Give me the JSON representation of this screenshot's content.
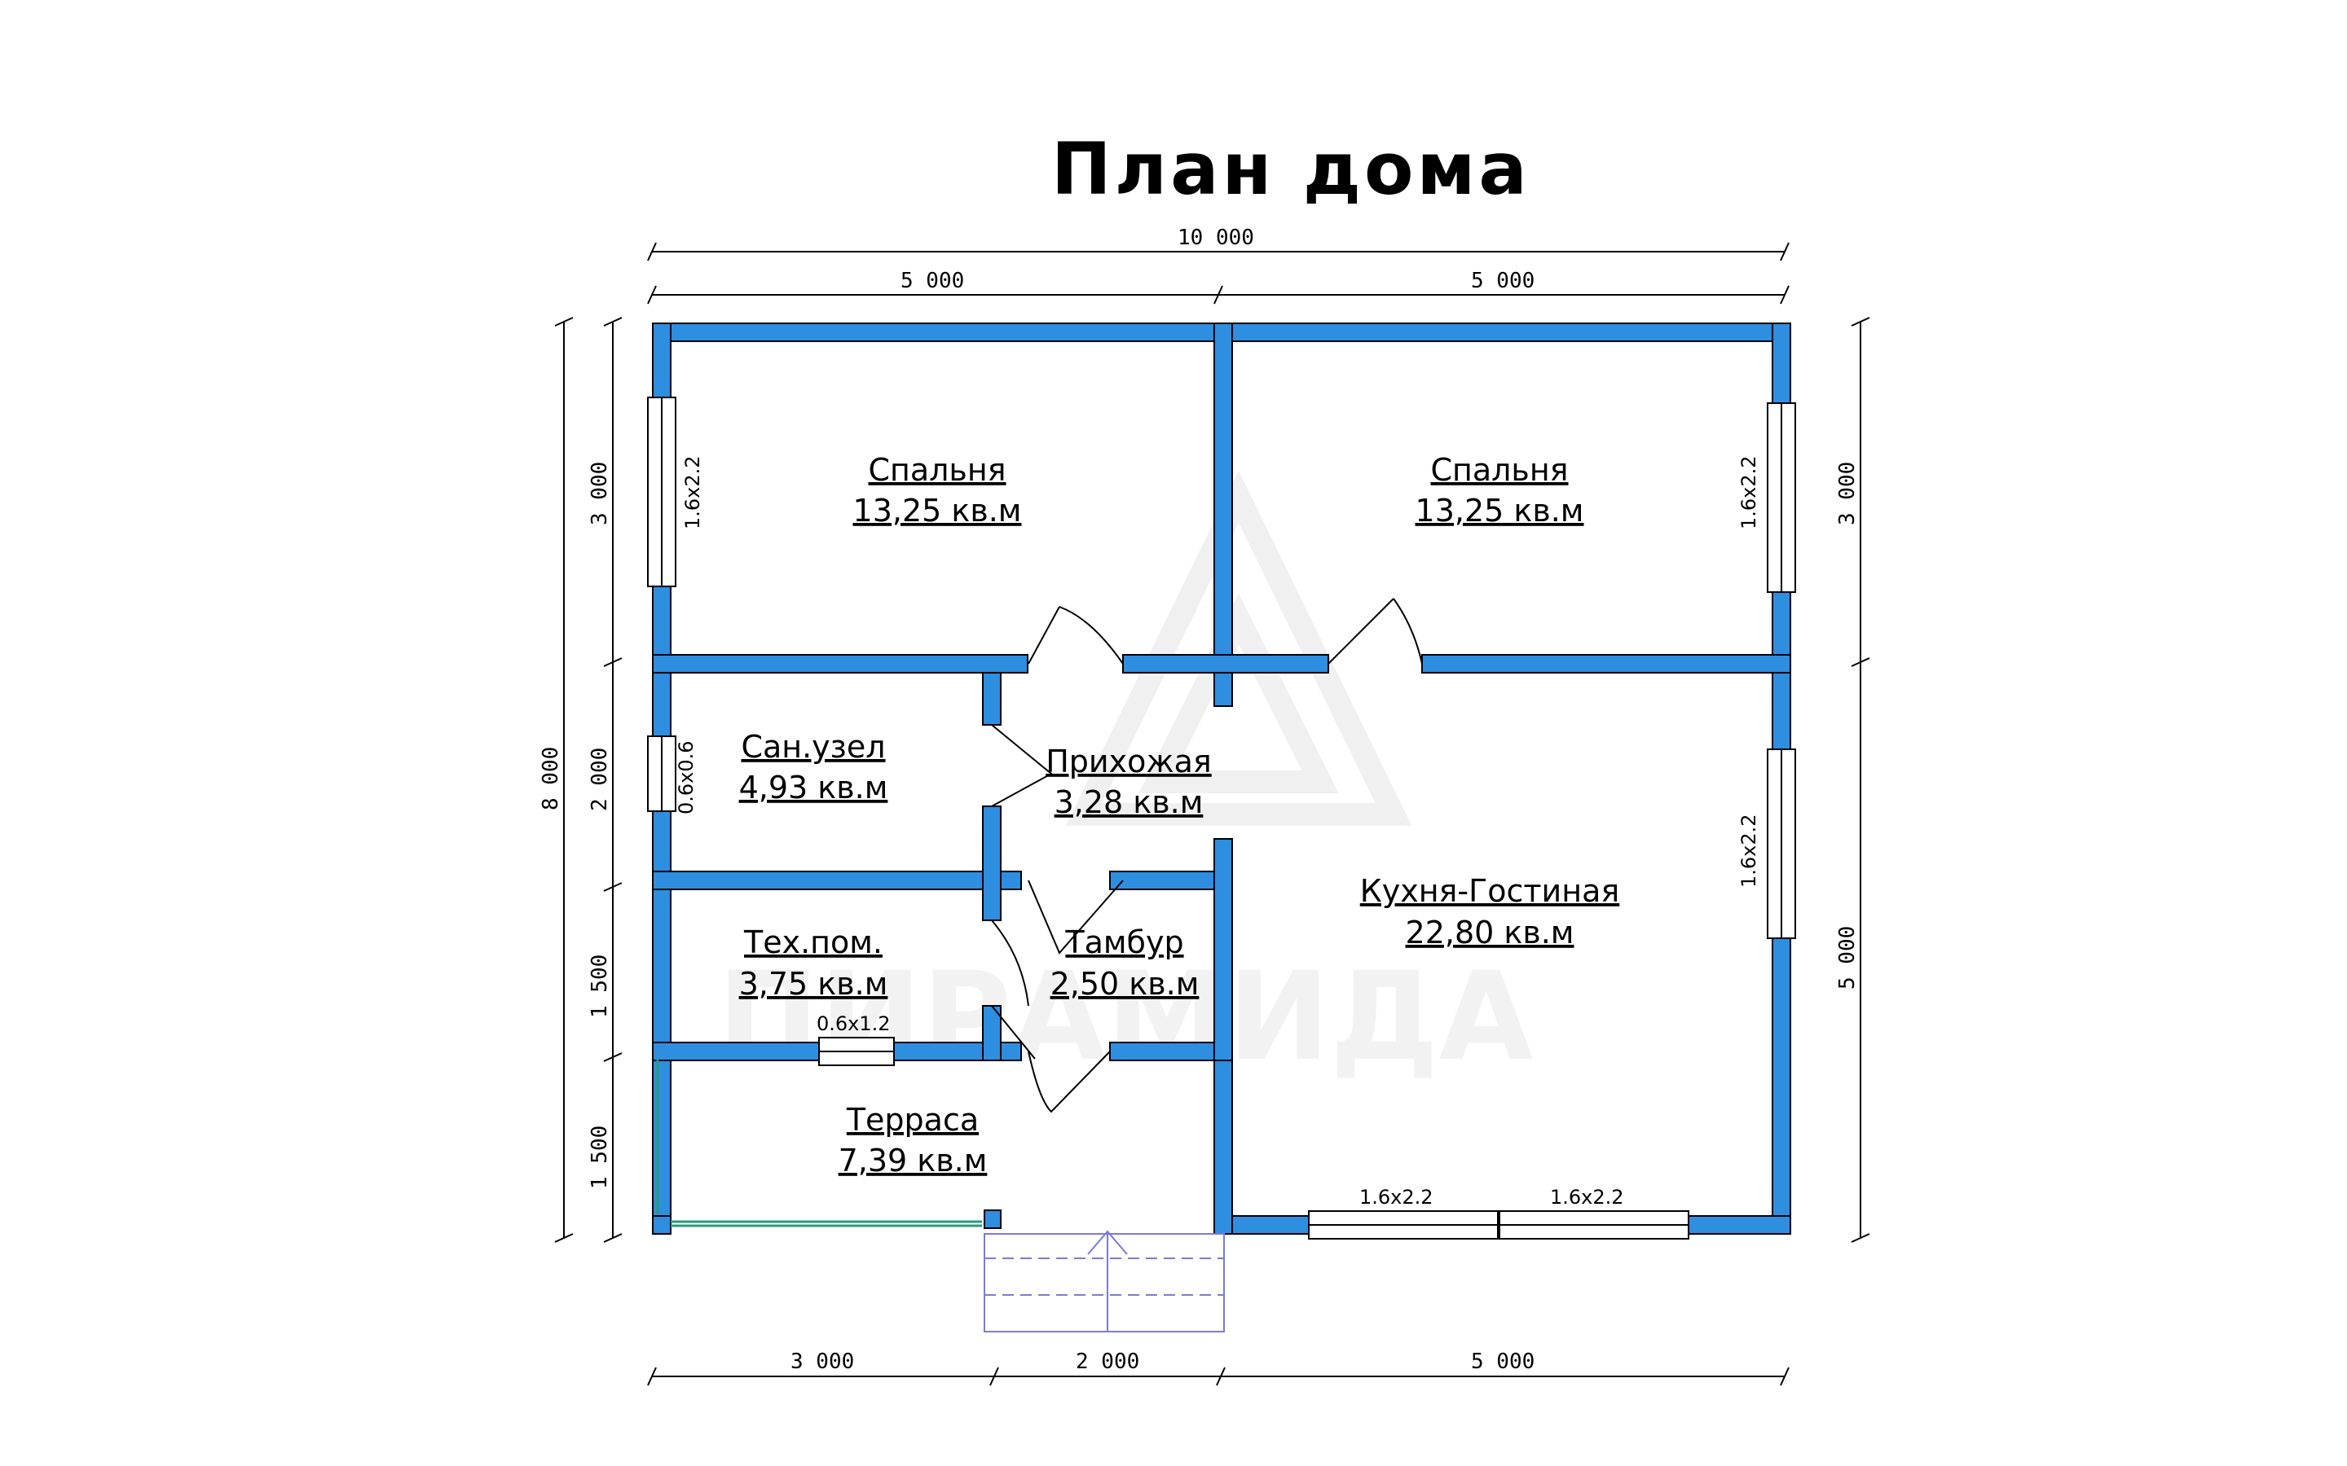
{
  "title": "План дома",
  "dimensions": {
    "top_total": "10 000",
    "top_left": "5 000",
    "top_right": "5 000",
    "left_total": "8 000",
    "left_1": "3 000",
    "left_2": "2 000",
    "left_3": "1 500",
    "left_4": "1 500",
    "right_1": "3 000",
    "right_2": "5 000",
    "bottom_1": "3 000",
    "bottom_2": "2 000",
    "bottom_3": "5 000"
  },
  "rooms": {
    "bedroom_left": {
      "name": "Спальня",
      "area": "13,25 кв.м"
    },
    "bedroom_right": {
      "name": "Спальня",
      "area": "13,25 кв.м"
    },
    "bathroom": {
      "name": "Сан.узел",
      "area": "4,93 кв.м"
    },
    "hallway": {
      "name": "Прихожая",
      "area": "3,28 кв.м"
    },
    "kitchen_living": {
      "name": "Кухня-Гостиная",
      "area": "22,80 кв.м"
    },
    "tech_room": {
      "name": "Тех.пом.",
      "area": "3,75 кв.м"
    },
    "vestibule": {
      "name": "Тамбур",
      "area": "2,50 кв.м"
    },
    "terrace": {
      "name": "Терраса",
      "area": "7,39 кв.м"
    }
  },
  "windows": {
    "bedroom_left": "1.6x2.2",
    "bedroom_right": "1.6x2.2",
    "bathroom": "0.6x0.6",
    "kitchen_right": "1.6x2.2",
    "tech_room": "0.6x1.2",
    "kitchen_bottom_1": "1.6x2.2",
    "kitchen_bottom_2": "1.6x2.2"
  },
  "watermark": "ПИРАМИДА",
  "colors": {
    "wall": "#2e8ee0",
    "stairs": "#7b7bd8",
    "railing": "#2a9a7a"
  }
}
